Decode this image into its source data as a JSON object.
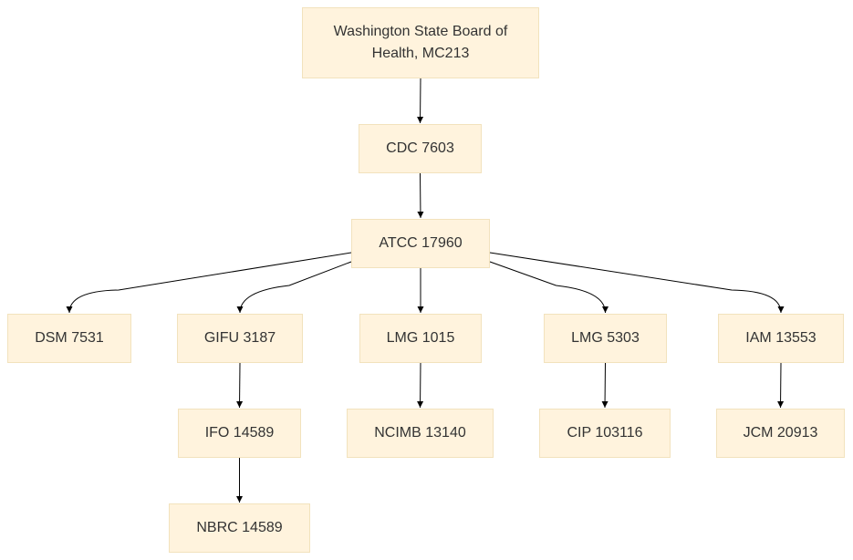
{
  "nodes": {
    "wsboh": "Washington State Board of Health, MC213",
    "cdc": "CDC 7603",
    "atcc": "ATCC 17960",
    "dsm": "DSM 7531",
    "gifu": "GIFU 3187",
    "lmg1015": "LMG 1015",
    "lmg5303": "LMG 5303",
    "iam": "IAM 13553",
    "ifo": "IFO 14589",
    "ncimb": "NCIMB 13140",
    "cip": "CIP 103116",
    "jcm": "JCM 20913",
    "nbrc": "NBRC 14589"
  },
  "edges": [
    [
      "wsboh",
      "cdc"
    ],
    [
      "cdc",
      "atcc"
    ],
    [
      "atcc",
      "dsm"
    ],
    [
      "atcc",
      "gifu"
    ],
    [
      "atcc",
      "lmg1015"
    ],
    [
      "atcc",
      "lmg5303"
    ],
    [
      "atcc",
      "iam"
    ],
    [
      "gifu",
      "ifo"
    ],
    [
      "lmg1015",
      "ncimb"
    ],
    [
      "lmg5303",
      "cip"
    ],
    [
      "iam",
      "jcm"
    ],
    [
      "ifo",
      "nbrc"
    ]
  ]
}
